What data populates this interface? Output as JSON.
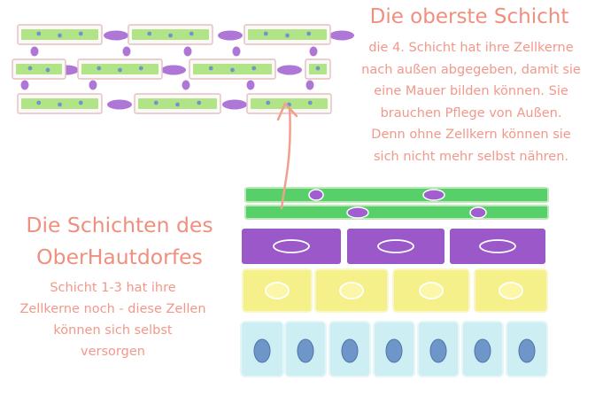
{
  "top_section": {
    "title": "Die oberste Schicht",
    "lines": [
      "die 4. Schicht hat ihre Zellkerne",
      "nach außen abgegeben, damit sie",
      "eine Mauer bilden können. Sie",
      "brauchen Pflege von Außen.",
      "Denn ohne Zellkern können sie",
      "sich nicht mehr selbst nähren."
    ]
  },
  "left_section": {
    "title_lines": [
      "Die Schichten des",
      "OberHautdorfes"
    ],
    "lines": [
      "Schicht 1-3 hat ihre",
      "Zellkerne noch - diese Zellen",
      "können sich selbst",
      "versorgen"
    ]
  },
  "colors": {
    "text_title": "#f08f7e",
    "text_body": "#f2988a",
    "green_cell": "#a8e07a",
    "purple_cell": "#9a58c8",
    "yellow_cell": "#f5f08a",
    "blue_cell": "#cdeef2",
    "nucleus_blue": "#6f96c9",
    "connector_purple": "#a05ed0",
    "arrow": "#f1a08f"
  }
}
